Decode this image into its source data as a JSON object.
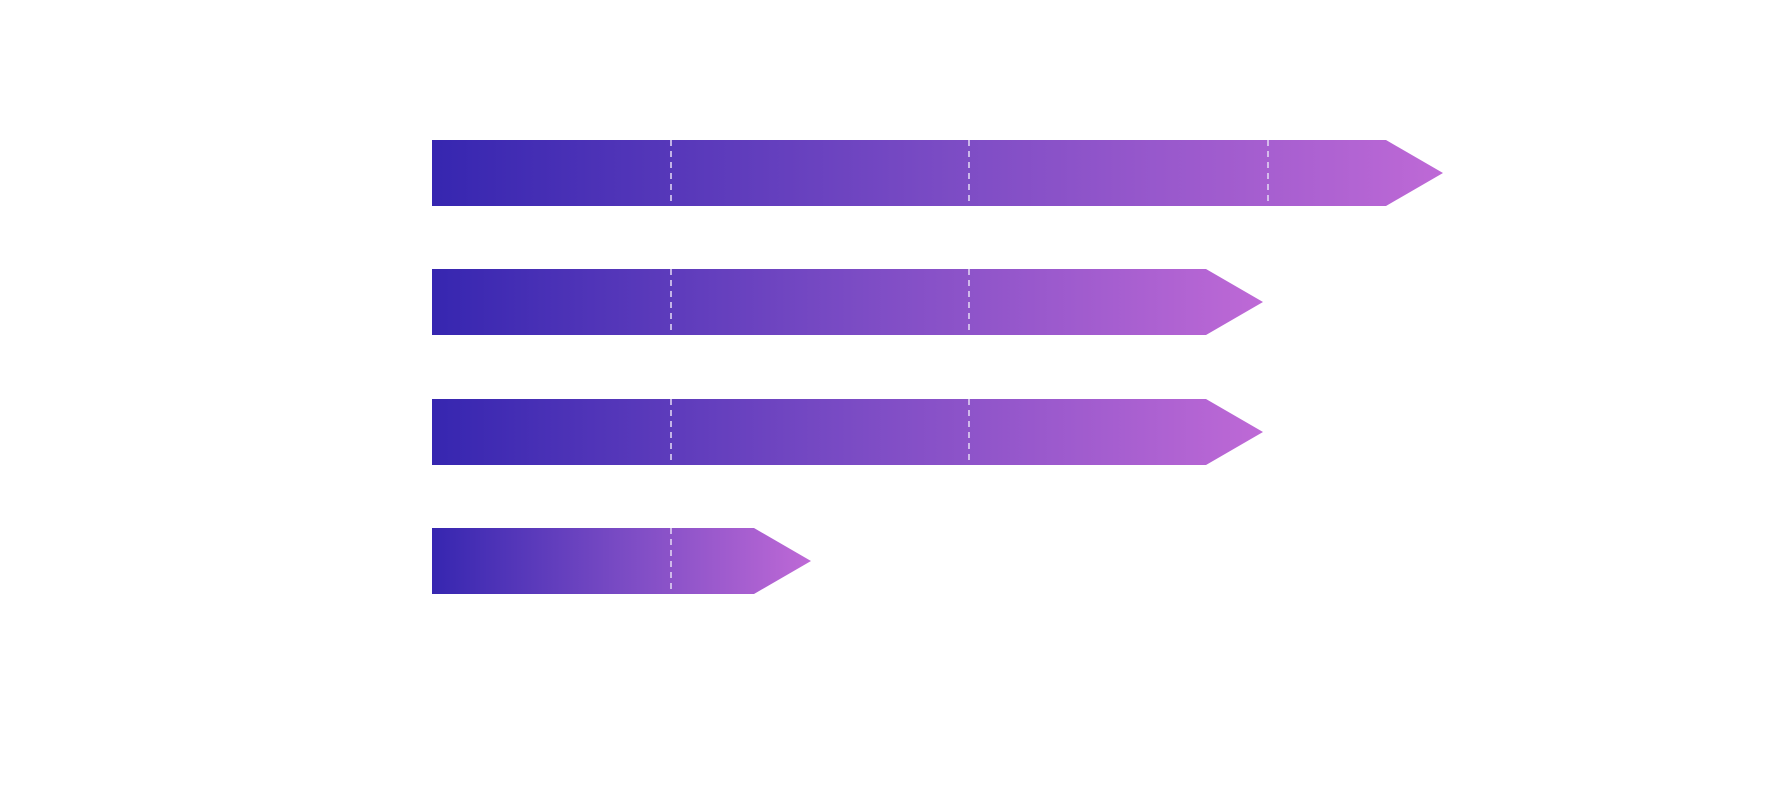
{
  "colors": {
    "background": "#ffffff",
    "gradient_start": "#3626b0",
    "gradient_mid": "#7a4bc4",
    "gradient_end": "#be69d6",
    "divider": "#e6dcf6"
  },
  "arrows": [
    {
      "segments": 4
    },
    {
      "segments": 3
    },
    {
      "segments": 3
    },
    {
      "segments": 2
    }
  ]
}
